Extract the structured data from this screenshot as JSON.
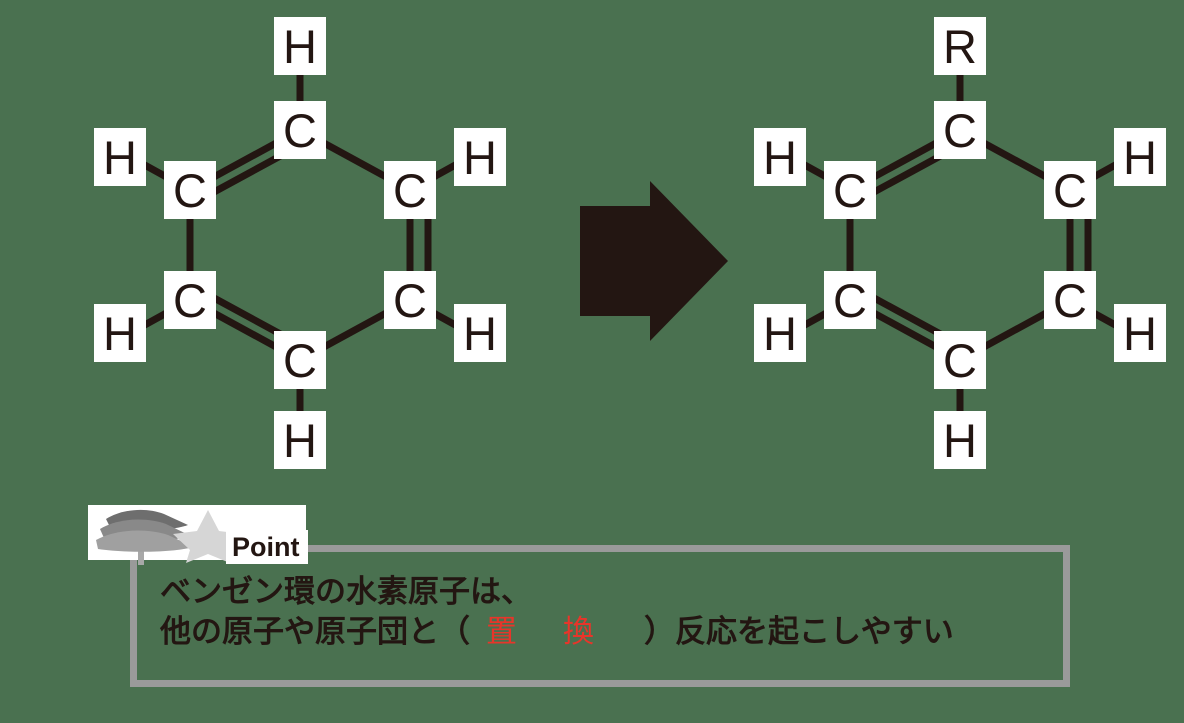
{
  "background_color": "#4a7150",
  "ink_color": "#231612",
  "frame_color": "#9a9a9a",
  "accent_red": "#e8352a",
  "diagram": {
    "title": "benzene substitution reaction",
    "arrow": {
      "name": "rightward-block-arrow",
      "direction": "right",
      "color": "#231612"
    },
    "left_molecule": {
      "name": "benzene",
      "ring_atoms": [
        "C",
        "C",
        "C",
        "C",
        "C",
        "C"
      ],
      "substituents": [
        "H",
        "H",
        "H",
        "H",
        "H",
        "H"
      ],
      "labels": {
        "top_substituent": "H",
        "top_ring": "C",
        "upper_left_ring": "C",
        "upper_left_substituent": "H",
        "upper_right_ring": "C",
        "upper_right_substituent": "H",
        "lower_left_ring": "C",
        "lower_left_substituent": "H",
        "lower_right_ring": "C",
        "lower_right_substituent": "H",
        "bottom_ring": "C",
        "bottom_substituent": "H"
      }
    },
    "right_molecule": {
      "name": "substituted-benzene",
      "ring_atoms": [
        "C",
        "C",
        "C",
        "C",
        "C",
        "C"
      ],
      "substituents": [
        "R",
        "H",
        "H",
        "H",
        "H",
        "H"
      ],
      "labels": {
        "top_substituent": "R",
        "top_ring": "C",
        "upper_left_ring": "C",
        "upper_left_substituent": "H",
        "upper_right_ring": "C",
        "upper_right_substituent": "H",
        "lower_left_ring": "C",
        "lower_left_substituent": "H",
        "lower_right_ring": "C",
        "lower_right_substituent": "H",
        "bottom_ring": "C",
        "bottom_substituent": "H"
      }
    }
  },
  "point": {
    "label": "Point",
    "badge_icon": "star-banner-icon",
    "line1": "ベンゼン環の水素原子は、",
    "line2_prefix": "他の原子や原子団と（",
    "line2_answer": "置換",
    "line2_suffix": "）反応を起こしやすい"
  }
}
